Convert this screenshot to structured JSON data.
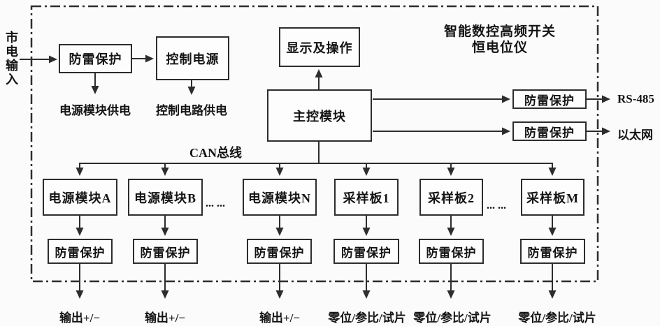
{
  "title": {
    "line1": "智能数控高频开关",
    "line2": "恒电位仪"
  },
  "labels": {
    "mains_input": "市电输入",
    "power_module_supply": "电源模块供电",
    "control_circuit_supply": "控制电路供电",
    "can_bus": "CAN总线",
    "rs485": "RS-485",
    "ethernet": "以太网",
    "ellipsis_power": "... ...",
    "ellipsis_sampling": "... ..."
  },
  "boxes": {
    "lightning_mains": "防雷保护",
    "control_power": "控制电源",
    "display_operation": "显示及操作",
    "main_control": "主控模块",
    "lightning_rs485": "防雷保护",
    "lightning_ethernet": "防雷保护"
  },
  "columns": [
    {
      "module": "电源模块A",
      "protection": "防雷保护",
      "output": "输出+/−"
    },
    {
      "module": "电源模块B",
      "protection": "防雷保护",
      "output": "输出+/−"
    },
    {
      "module": "电源模块N",
      "protection": "防雷保护",
      "output": "输出+/−"
    },
    {
      "module": "采样板1",
      "protection": "防雷保护",
      "output": "零位/参比/试片"
    },
    {
      "module": "采样板2",
      "protection": "防雷保护",
      "output": "零位/参比/试片"
    },
    {
      "module": "采样板M",
      "protection": "防雷保护",
      "output": "零位/参比/试片"
    }
  ],
  "colors": {
    "line": "#2d2d2d",
    "background": "#fbfbfb",
    "box_fill": "#fdfdfd",
    "text": "#141414"
  }
}
